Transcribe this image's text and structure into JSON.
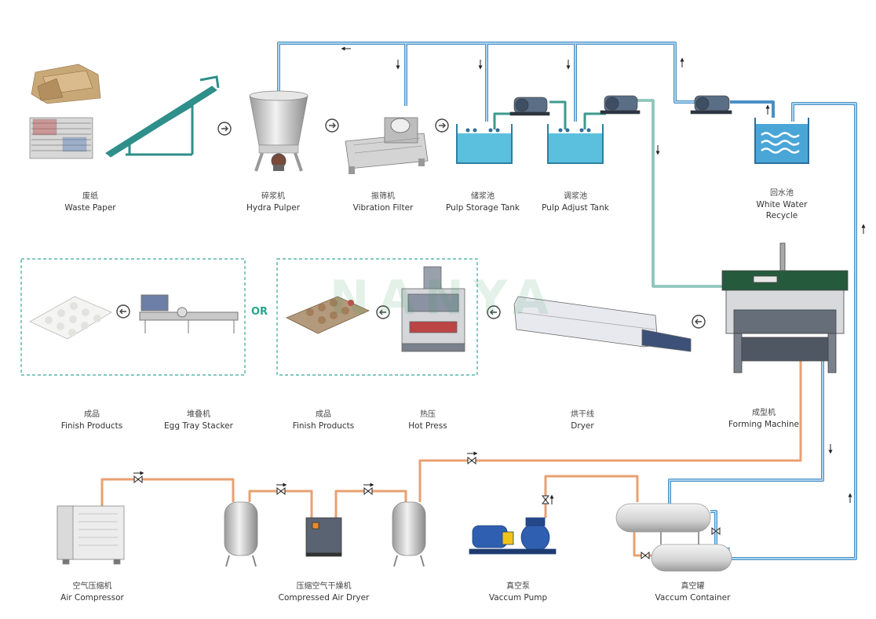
{
  "watermark": "NANYA",
  "or_label": "OR",
  "labels": {
    "waste_paper": {
      "cn": "废纸",
      "en": "Waste Paper"
    },
    "hydra_pulper": {
      "cn": "碎浆机",
      "en": "Hydra Pulper"
    },
    "vibration_filter": {
      "cn": "振筛机",
      "en": "Vibration Filter"
    },
    "pulp_storage": {
      "cn": "储浆池",
      "en": "Pulp Storage Tank"
    },
    "pulp_adjust": {
      "cn": "调浆池",
      "en": "Pulp Adjust Tank"
    },
    "white_water": {
      "cn": "回水池",
      "en": "White Water",
      "en2": "Recycle"
    },
    "finish_products_1": {
      "cn": "成品",
      "en": "Finish Products"
    },
    "egg_tray_stacker": {
      "cn": "堆叠机",
      "en": "Egg Tray Stacker"
    },
    "finish_products_2": {
      "cn": "成品",
      "en": "Finish Products"
    },
    "hot_press": {
      "cn": "热压",
      "en": "Hot Press"
    },
    "dryer": {
      "cn": "烘干线",
      "en": "Dryer"
    },
    "forming_machine": {
      "cn": "成型机",
      "en": "Forming Machine"
    },
    "air_compressor": {
      "cn": "空气压缩机",
      "en": "Air Compressor"
    },
    "compressed_air_dryer": {
      "cn": "压缩空气干燥机",
      "en": "Compressed Air Dryer"
    },
    "vacuum_pump": {
      "cn": "真空泵",
      "en": "Vaccum Pump"
    },
    "vacuum_container": {
      "cn": "真空罐",
      "en": "Vaccum Container"
    }
  },
  "colors": {
    "water_pipe": "#4a8fc4",
    "water_pipe_light": "#a8d3ee",
    "air_pipe": "#e8a070",
    "machine_green": "#2f8f8a",
    "dashed_box": "#3aa89a",
    "tank_water": "#5bc0de"
  }
}
